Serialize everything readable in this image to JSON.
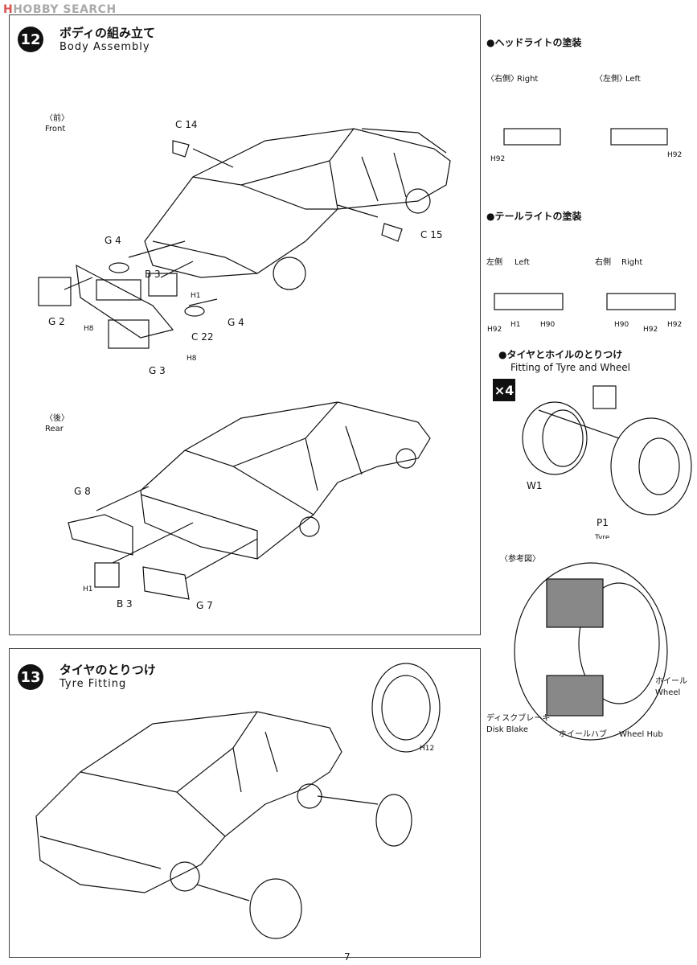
{
  "watermark": "HOBBY SEARCH",
  "step12": {
    "number": "12",
    "title_jp": "ボディの組み立て",
    "title_en": "Body Assembly",
    "front_jp": "〈前〉",
    "front_en": "Front",
    "rear_jp": "〈後〉",
    "rear_en": "Rear",
    "parts": {
      "c14": "C 14",
      "c15": "C 15",
      "g4a": "G 4",
      "b3a": "B 3",
      "h1a": "H1",
      "g2": "G 2",
      "h8a": "H8",
      "c22": "C 22",
      "g4b": "G 4",
      "h8b": "H8",
      "g3": "G 3",
      "g8": "G 8",
      "h1b": "H1",
      "b3b": "B 3",
      "g7": "G 7"
    }
  },
  "step13": {
    "number": "13",
    "title_jp": "タイヤのとりつけ",
    "title_en": "Tyre Fitting",
    "h12": "H12"
  },
  "headlight": {
    "heading": "●ヘッドライトの塗装",
    "right_jp": "〈右側〉",
    "right_en": "Right",
    "left_jp": "〈左側〉",
    "left_en": "Left",
    "h92a": "H92",
    "h92b": "H92"
  },
  "taillight": {
    "heading": "●テールライトの塗装",
    "left_jp": "左側",
    "left_en": "Left",
    "right_jp": "右側",
    "right_en": "Right",
    "tags_left": {
      "h92": "H92",
      "h1": "H1",
      "h90": "H90"
    },
    "tags_right": {
      "h90": "H90",
      "h92": "H92",
      "h92b": "H92"
    }
  },
  "tyre_wheel": {
    "heading_jp": "●タイヤとホイルのとりつけ",
    "heading_en": "Fitting of Tyre and Wheel",
    "count": "×4",
    "w1": "W1",
    "p1": "P1",
    "tyre": "Tyre"
  },
  "reference": {
    "heading": "〈参考図〉",
    "wheel_jp": "ホイール",
    "wheel_en": "Wheel",
    "disk_jp": "ディスクブレーキ",
    "disk_en": "Disk Blake",
    "hub_jp": "ホイールハブ",
    "hub_en": "Wheel Hub"
  },
  "page_number": "7"
}
